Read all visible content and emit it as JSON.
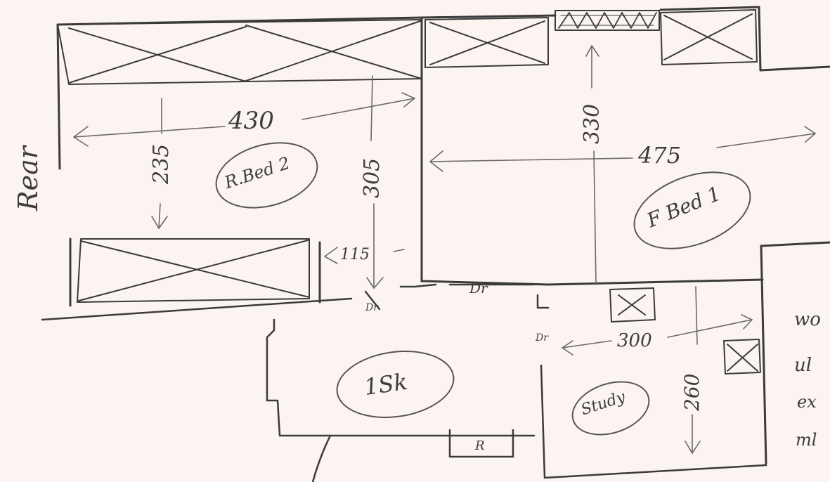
{
  "diagram": {
    "side_label": "Rear",
    "rooms": {
      "bed2": "R.Bed 2",
      "bed1": "F Bed 1",
      "kitchen": "1Sk",
      "study": "Study",
      "small_r": "R"
    },
    "dimensions": {
      "bed2_width": "430",
      "bed2_depth_left": "235",
      "bed2_depth_right": "305",
      "passage": "115",
      "bed1_width": "475",
      "bed1_depth": "330",
      "study_width": "300",
      "study_depth": "260"
    },
    "door_labels": {
      "door_a": "Dr",
      "door_b": "Dr",
      "door_c": "Dr"
    },
    "margin_note": [
      "wo",
      "ul",
      "ex",
      "ml"
    ],
    "colors": {
      "paper": "#fbf4f1",
      "pencil": "#3b3b3b"
    }
  }
}
